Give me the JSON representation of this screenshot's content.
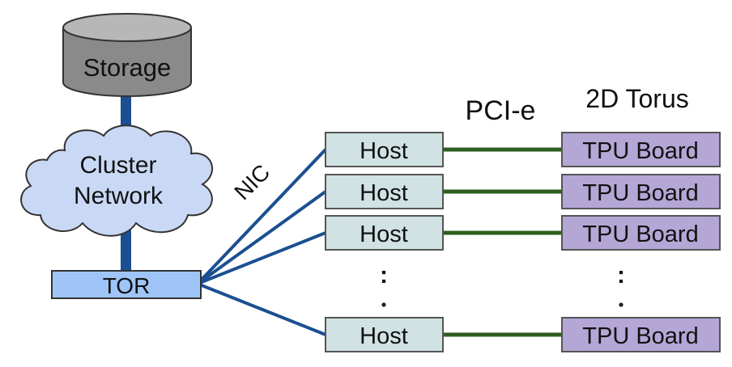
{
  "storage": {
    "label": "Storage",
    "color": "#8a8a8a"
  },
  "cluster_network": {
    "line1": "Cluster",
    "line2": "Network",
    "color": "#c9d9f5"
  },
  "nic_label": "NIC",
  "tor": {
    "label": "TOR",
    "color": "#9fc5f8"
  },
  "pcie_label": "PCI-e",
  "torus_label": "2D Torus",
  "rows": [
    {
      "host": "Host",
      "tpu": "TPU Board"
    },
    {
      "host": "Host",
      "tpu": "TPU Board"
    },
    {
      "host": "Host",
      "tpu": "TPU Board"
    },
    {
      "host": "Host",
      "tpu": "TPU Board"
    }
  ],
  "ellipsis": ":",
  "colors": {
    "network_link": "#1b4f91",
    "pcie_link": "#2d5e1e",
    "host_fill": "#d0e2e3",
    "tpu_fill": "#b4a7d6"
  }
}
